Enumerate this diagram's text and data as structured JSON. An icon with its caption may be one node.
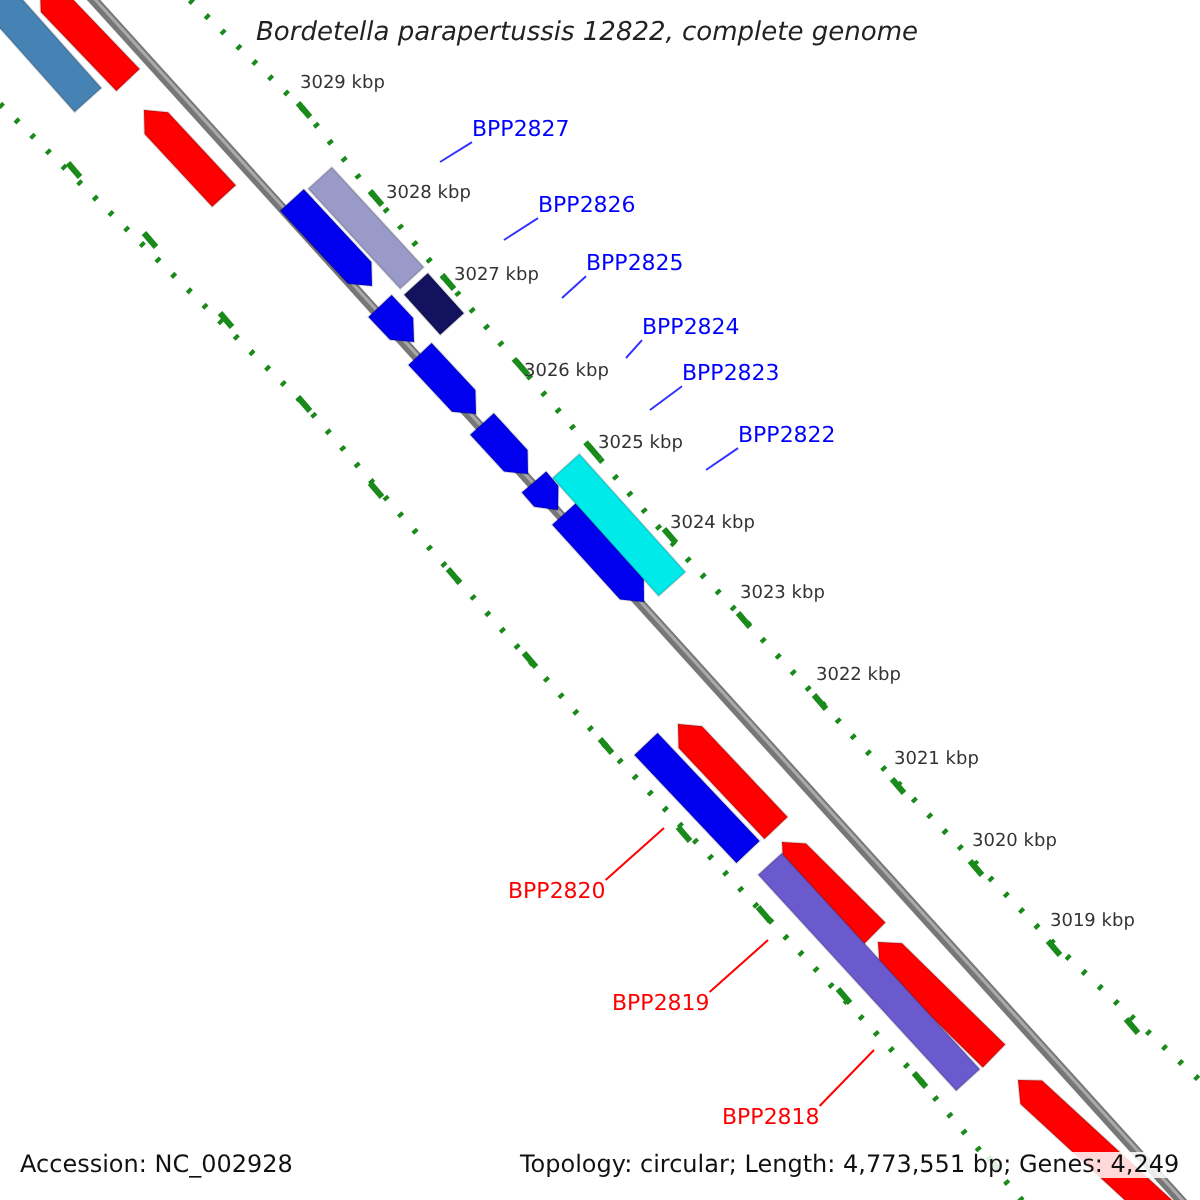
{
  "diagram": {
    "title": "Bordetella parapertussis 12822, complete genome",
    "nodes": [
      {
        "text": [
          "BPP2827"
        ]
      },
      {
        "text": [
          "BPP2826"
        ]
      },
      {
        "text": [
          "BPP2825"
        ]
      },
      {
        "text": [
          "BPP2824"
        ]
      },
      {
        "text": [
          "BPP2823"
        ]
      },
      {
        "text": [
          "BPP2822"
        ]
      },
      {
        "text": [
          "BPP2820"
        ]
      },
      {
        "text": [
          "BPP2819"
        ]
      },
      {
        "text": [
          "BPP2818"
        ]
      }
    ],
    "edges": [
      {
        "from": 0,
        "to": null,
        "arrow": "none"
      },
      {
        "from": 1,
        "to": null,
        "arrow": "none"
      },
      {
        "from": 2,
        "to": null,
        "arrow": "none"
      },
      {
        "from": 3,
        "to": null,
        "arrow": "none"
      },
      {
        "from": 4,
        "to": null,
        "arrow": "none"
      },
      {
        "from": 5,
        "to": null,
        "arrow": "none"
      },
      {
        "from": 6,
        "to": null,
        "arrow": "none",
        "color": "#ff0000"
      },
      {
        "from": 7,
        "to": null,
        "arrow": "none",
        "color": "#ff0000"
      },
      {
        "from": 8,
        "to": null,
        "arrow": "none",
        "color": "#ff0000"
      }
    ],
    "labels": [
      "3029 kbp",
      "3028 kbp",
      "3027 kbp",
      "3026 kbp",
      "3025 kbp",
      "3024 kbp",
      "3023 kbp",
      "3022 kbp",
      "3021 kbp",
      "3020 kbp",
      "3019 kbp",
      "Accession: NC_002928",
      "Topology: circular; Length: 4,773,551 bp; Genes: 4,249"
    ]
  }
}
